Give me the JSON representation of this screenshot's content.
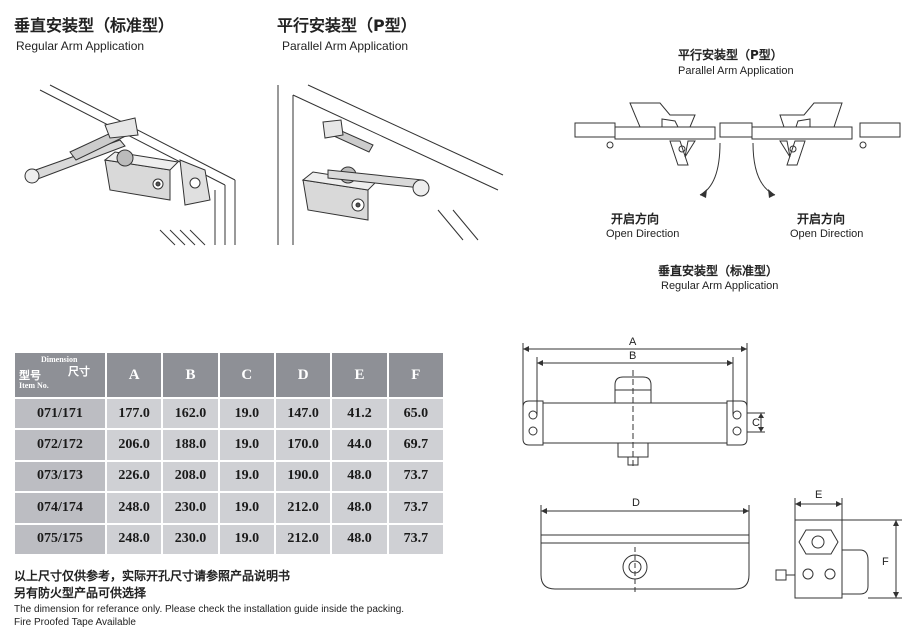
{
  "headings": {
    "regular_cn": "垂直安装型（标准型）",
    "regular_en": "Regular Arm Application",
    "parallel_cn": "平行安装型（P型）",
    "parallel_en": "Parallel Arm Application"
  },
  "top_view": {
    "parallel_cn": "平行安装型（P型）",
    "parallel_en": "Parallel Arm Application",
    "left_dir_cn": "开启方向",
    "left_dir_en": "Open Direction",
    "right_dir_cn": "开启方向",
    "right_dir_en": "Open Direction",
    "regular_cn": "垂直安装型（标准型）",
    "regular_en": "Regular Arm Application"
  },
  "dimension_table": {
    "corner": {
      "dimension": "Dimension",
      "model_cn": "型号",
      "size_cn": "尺寸",
      "item_no": "Item No."
    },
    "columns": [
      "A",
      "B",
      "C",
      "D",
      "E",
      "F"
    ],
    "rows": [
      {
        "model": "071/171",
        "values": [
          "177.0",
          "162.0",
          "19.0",
          "147.0",
          "41.2",
          "65.0"
        ]
      },
      {
        "model": "072/172",
        "values": [
          "206.0",
          "188.0",
          "19.0",
          "170.0",
          "44.0",
          "69.7"
        ]
      },
      {
        "model": "073/173",
        "values": [
          "226.0",
          "208.0",
          "19.0",
          "190.0",
          "48.0",
          "73.7"
        ]
      },
      {
        "model": "074/174",
        "values": [
          "248.0",
          "230.0",
          "19.0",
          "212.0",
          "48.0",
          "73.7"
        ]
      },
      {
        "model": "075/175",
        "values": [
          "248.0",
          "230.0",
          "19.0",
          "212.0",
          "48.0",
          "73.7"
        ]
      }
    ]
  },
  "notes": {
    "cn_line1": "以上尺寸仅供参考，实际开孔尺寸请参照产品说明书",
    "cn_line2": "另有防火型产品可供选择",
    "en_line1": "The dimension for referance only. Please check the installation guide inside the packing.",
    "en_line2": "Fire Proofed Tape Available"
  },
  "drawing_labels": {
    "a": "A",
    "b": "B",
    "c": "C",
    "d": "D",
    "e": "E",
    "f": "F"
  }
}
